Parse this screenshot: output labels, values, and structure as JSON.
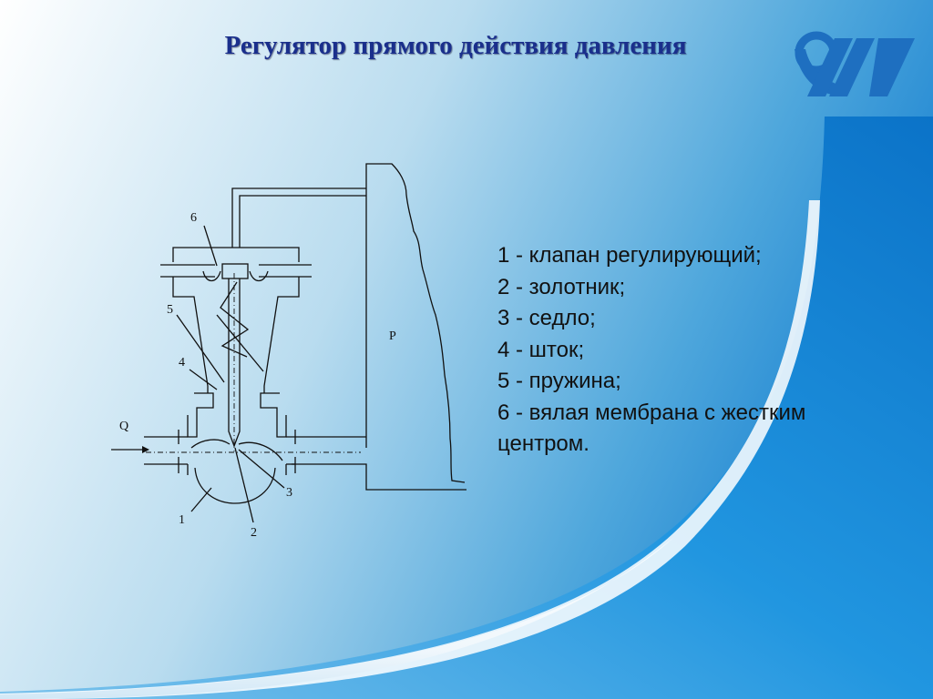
{
  "slide": {
    "title": "Регулятор прямого действия давления"
  },
  "diagram": {
    "labels": {
      "n1": "1",
      "n2": "2",
      "n3": "3",
      "n4": "4",
      "n5": "5",
      "n6": "6",
      "flow": "Q",
      "pressure": "P"
    }
  },
  "legend": {
    "items": [
      "1 - клапан регулирующий;",
      "2 - золотник;",
      "3 - седло;",
      "4 - шток;",
      "5 - пружина;",
      "6 - вялая мембрана с жестким центром."
    ]
  },
  "colors": {
    "title": "#1a2f8c",
    "accent_blue": "#0d76c8",
    "logo_blue": "#1e6fc0"
  }
}
